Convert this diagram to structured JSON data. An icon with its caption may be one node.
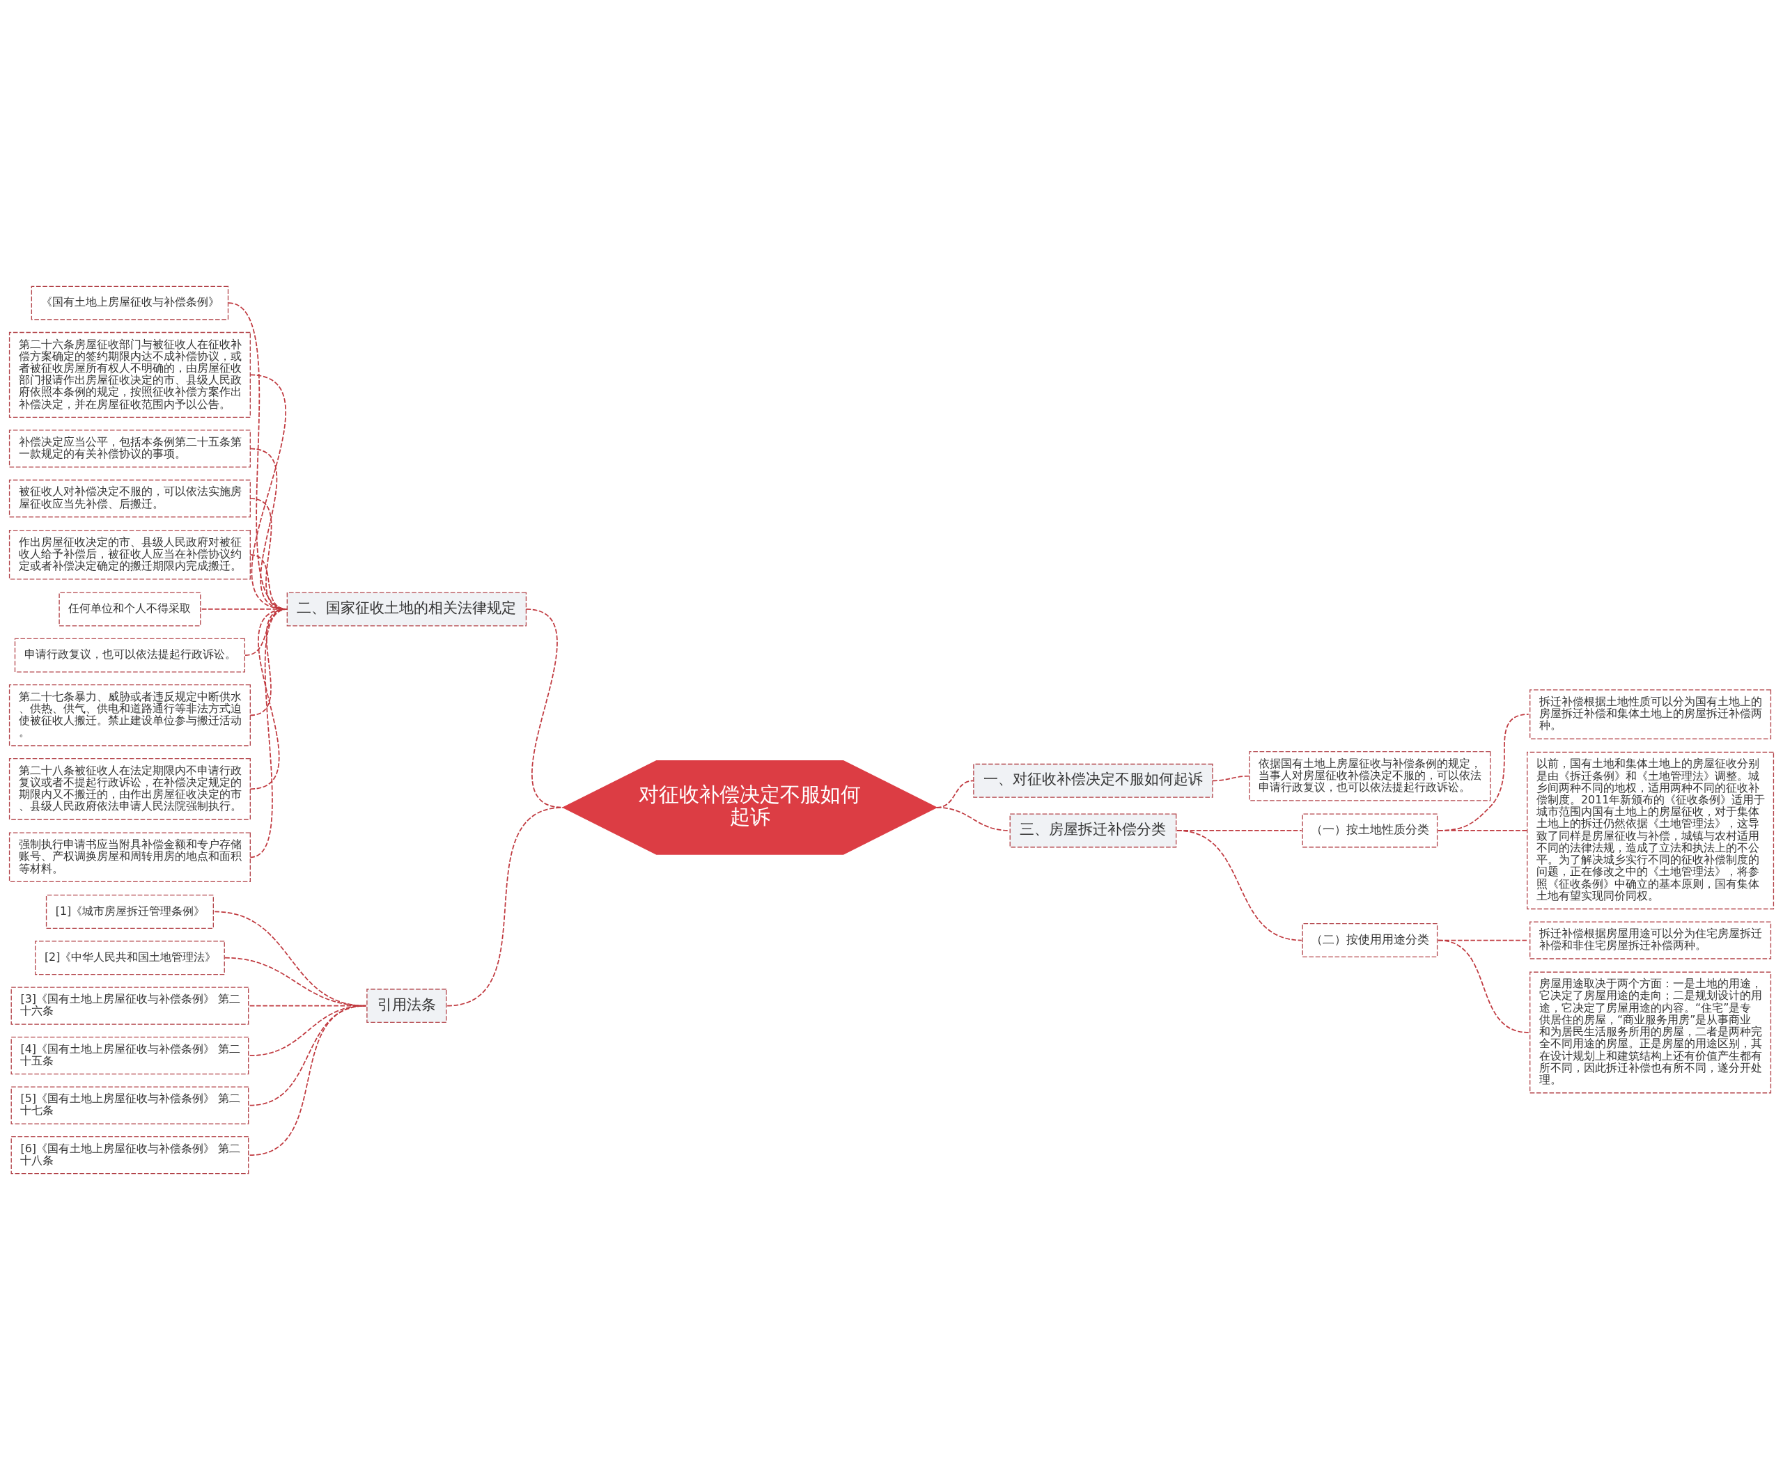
{
  "diagram": {
    "nodes": [
      {
        "text": [
          "对征收补偿决定不服如何起诉"
        ]
      },
      {
        "text": [
          "二、国家征收土地的相关法律规定"
        ]
      },
      {
        "text": [
          "《国有土地上房屋征收与补偿条例》"
        ]
      },
      {
        "text": [
          "第二十六条房屋征收部门与被征收人在征收补偿方案确定的签约期限内达不成补偿协议，或者被征收房屋所有权人不明确的，由房屋征收部门报请作出房屋征收决定的市、县级人民政府依照本条例的规定，按照征收补偿方案作出补偿决定，并在房屋征收范围内予以公告。"
        ]
      },
      {
        "text": [
          "补偿决定应当公平，包括本条例第二十五条第一款规定的有关补偿协议的事项。"
        ]
      },
      {
        "text": [
          "被征收人对补偿决定不服的，可以依法实施房屋征收应当先补偿、后搬迁。"
        ]
      },
      {
        "text": [
          "作出房屋征收决定的市、县级人民政府对被征收人给予补偿后，被征收人应当在补偿协议约定或者补偿决定确定的搬迁期限内完成搬迁。"
        ]
      },
      {
        "text": [
          "任何单位和个人不得采取"
        ]
      },
      {
        "text": [
          "申请行政复议，也可以依法提起行政诉讼。"
        ]
      },
      {
        "text": [
          "第二十七条暴力、威胁或者违反规定中断供水、供热、供气、供电和道路通行等非法方式迫使被征收人搬迁。禁止建设单位参与搬迁活动。"
        ]
      },
      {
        "text": [
          "第二十八条被征收人在法定期限内不申请行政复议或者不提起行政诉讼，在补偿决定规定的期限内又不搬迁的，由作出房屋征收决定的市、县级人民政府依法申请人民法院强制执行。"
        ]
      },
      {
        "text": [
          "强制执行申请书应当附具补偿金额和专户存储账号、产权调换房屋和周转用房的地点和面积等材料。"
        ]
      },
      {
        "text": [
          "引用法条"
        ]
      },
      {
        "text": [
          "[1]《城市房屋拆迁管理条例》"
        ]
      },
      {
        "text": [
          "[2]《中华人民共和国土地管理法》"
        ]
      },
      {
        "text": [
          "[3]《国有土地上房屋征收与补偿条例》 第二十六条"
        ]
      },
      {
        "text": [
          "[4]《国有土地上房屋征收与补偿条例》 第二十五条"
        ]
      },
      {
        "text": [
          "[5]《国有土地上房屋征收与补偿条例》 第二十七条"
        ]
      },
      {
        "text": [
          "[6]《国有土地上房屋征收与补偿条例》 第二十八条"
        ]
      },
      {
        "text": [
          "一、对征收补偿决定不服如何起诉"
        ]
      },
      {
        "text": [
          "依据国有土地上房屋征收与补偿条例的规定，当事人对房屋征收补偿决定不服的，可以依法申请行政复议，也可以依法提起行政诉讼。"
        ]
      },
      {
        "text": [
          "三、房屋拆迁补偿分类"
        ]
      },
      {
        "text": [
          "（一）按土地性质分类"
        ]
      },
      {
        "text": [
          "拆迁补偿根据土地性质可以分为国有土地上的房屋拆迁补偿和集体土地上的房屋拆迁补偿两种。"
        ]
      },
      {
        "text": [
          "以前，国有土地和集体土地上的房屋征收分别是由《拆迁条例》和《土地管理法》调整。城乡间两种不同的地权，适用两种不同的征收补偿制度。2011年新颁布的《征收条例》适用于城市范围内国有土地上的房屋征收，对于集体土地上的拆迁仍然依据《土地管理法》，这导致了同样是房屋征收与补偿，城镇与农村适用不同的法律法规，造成了立法和执法上的不公平。为了解决城乡实行不同的征收补偿制度的问题，正在修改之中的《土地管理法》，将参照《征收条例》中确立的基本原则，国有集体土地有望实现同价同权。"
        ]
      },
      {
        "text": [
          "（二）按使用用途分类"
        ]
      },
      {
        "text": [
          "拆迁补偿根据房屋用途可以分为住宅房屋拆迁补偿和非住宅房屋拆迁补偿两种。"
        ]
      },
      {
        "text": [
          "房屋用途取决于两个方面：一是土地的用途，它决定了房屋用途的走向；二是规划设计的用途，它决定了房屋用途的内容。“住宅”是专供居住的房屋，“商业服务用房”是从事商业和为居民生活服务所用的房屋，二者是两种完全不同用途的房屋。正是房屋的用途区别，其在设计规划上和建筑结构上还有价值产生都有所不同，因此拆迁补偿也有所不同，遂分开处理。"
        ]
      }
    ],
    "edges": [
      {
        "from": 1,
        "to": 0,
        "arrow": "none"
      },
      {
        "from": 2,
        "to": 1,
        "arrow": "none"
      },
      {
        "from": 3,
        "to": 1,
        "arrow": "none"
      },
      {
        "from": 4,
        "to": 1,
        "arrow": "none"
      },
      {
        "from": 5,
        "to": 1,
        "arrow": "none"
      },
      {
        "from": 6,
        "to": 1,
        "arrow": "none"
      },
      {
        "from": 7,
        "to": 1,
        "arrow": "none"
      },
      {
        "from": 8,
        "to": 1,
        "arrow": "none"
      },
      {
        "from": 9,
        "to": 1,
        "arrow": "none"
      },
      {
        "from": 10,
        "to": 1,
        "arrow": "none"
      },
      {
        "from": 11,
        "to": 1,
        "arrow": "none"
      },
      {
        "from": 12,
        "to": 0,
        "arrow": "none"
      },
      {
        "from": 13,
        "to": 12,
        "arrow": "none"
      },
      {
        "from": 14,
        "to": 12,
        "arrow": "none"
      },
      {
        "from": 15,
        "to": 12,
        "arrow": "none"
      },
      {
        "from": 16,
        "to": 12,
        "arrow": "none"
      },
      {
        "from": 17,
        "to": 12,
        "arrow": "none"
      },
      {
        "from": 18,
        "to": 12,
        "arrow": "none"
      },
      {
        "from": 0,
        "to": 19,
        "arrow": "none"
      },
      {
        "from": 19,
        "to": 20,
        "arrow": "none"
      },
      {
        "from": 0,
        "to": 21,
        "arrow": "none"
      },
      {
        "from": 21,
        "to": 22,
        "arrow": "none"
      },
      {
        "from": 22,
        "to": 23,
        "arrow": "none"
      },
      {
        "from": 22,
        "to": 24,
        "arrow": "none"
      },
      {
        "from": 21,
        "to": 25,
        "arrow": "none"
      },
      {
        "from": 25,
        "to": 26,
        "arrow": "none"
      },
      {
        "from": 25,
        "to": 27,
        "arrow": "none"
      }
    ]
  }
}
